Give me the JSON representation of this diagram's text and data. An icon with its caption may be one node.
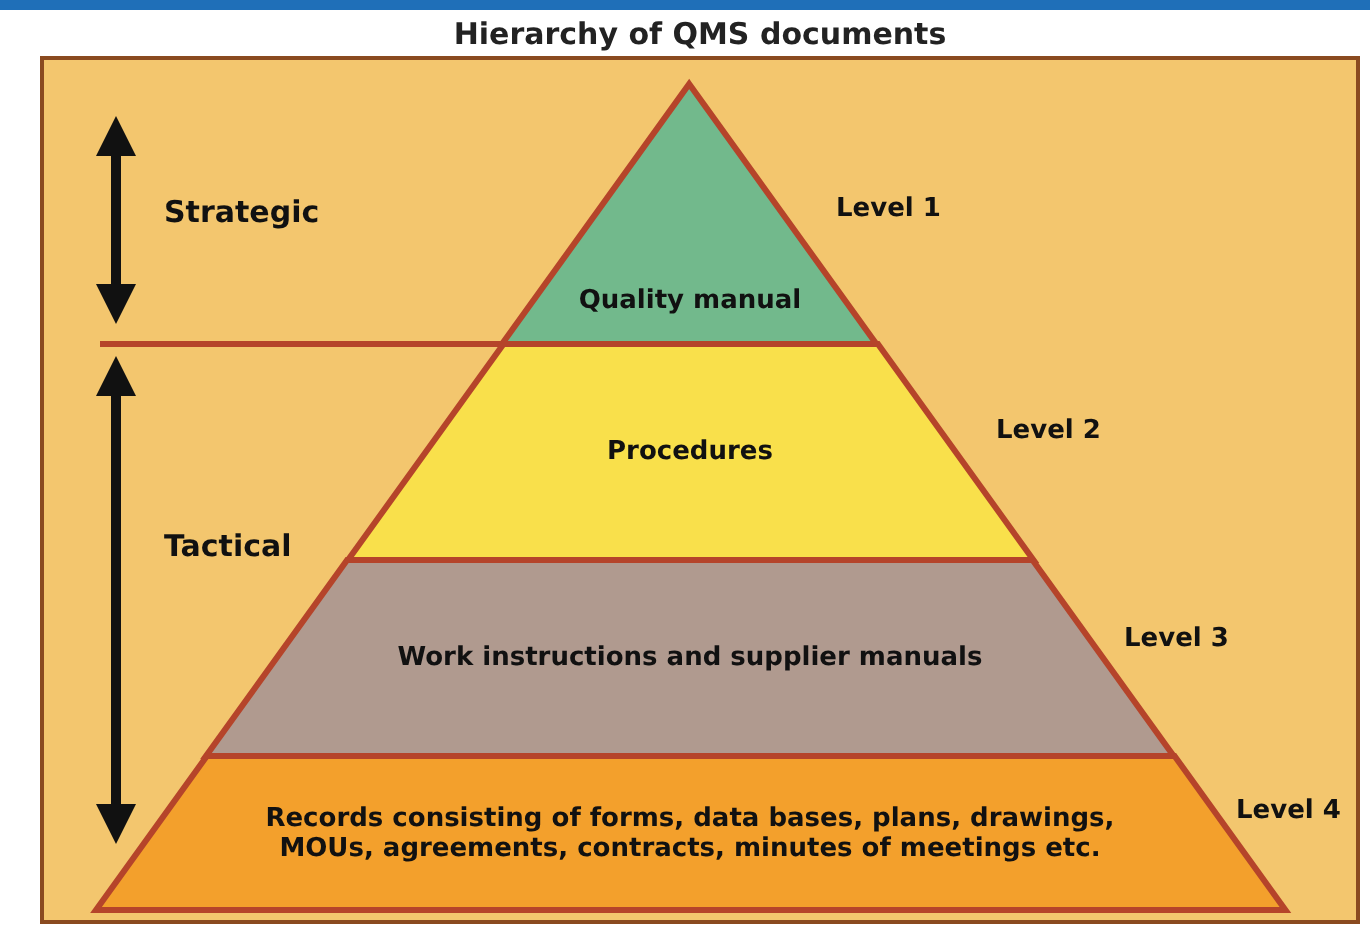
{
  "diagram": {
    "title": "Hierarchy of QMS documents",
    "nodes": [
      {
        "text": [
          "Quality manual"
        ],
        "beside": [
          "Level 1"
        ]
      },
      {
        "text": [
          "Procedures"
        ],
        "beside": [
          "Level 2"
        ]
      },
      {
        "text": [
          "Work instructions and supplier manuals"
        ],
        "beside": [
          "Level 3"
        ]
      },
      {
        "text": [
          "Records consisting of forms, data bases, plans, drawings, MOUs, agreements, contracts, minutes of meetings etc."
        ],
        "beside": [
          "Level 4"
        ]
      }
    ],
    "labels": [
      "Strategic",
      "Tactical"
    ]
  }
}
